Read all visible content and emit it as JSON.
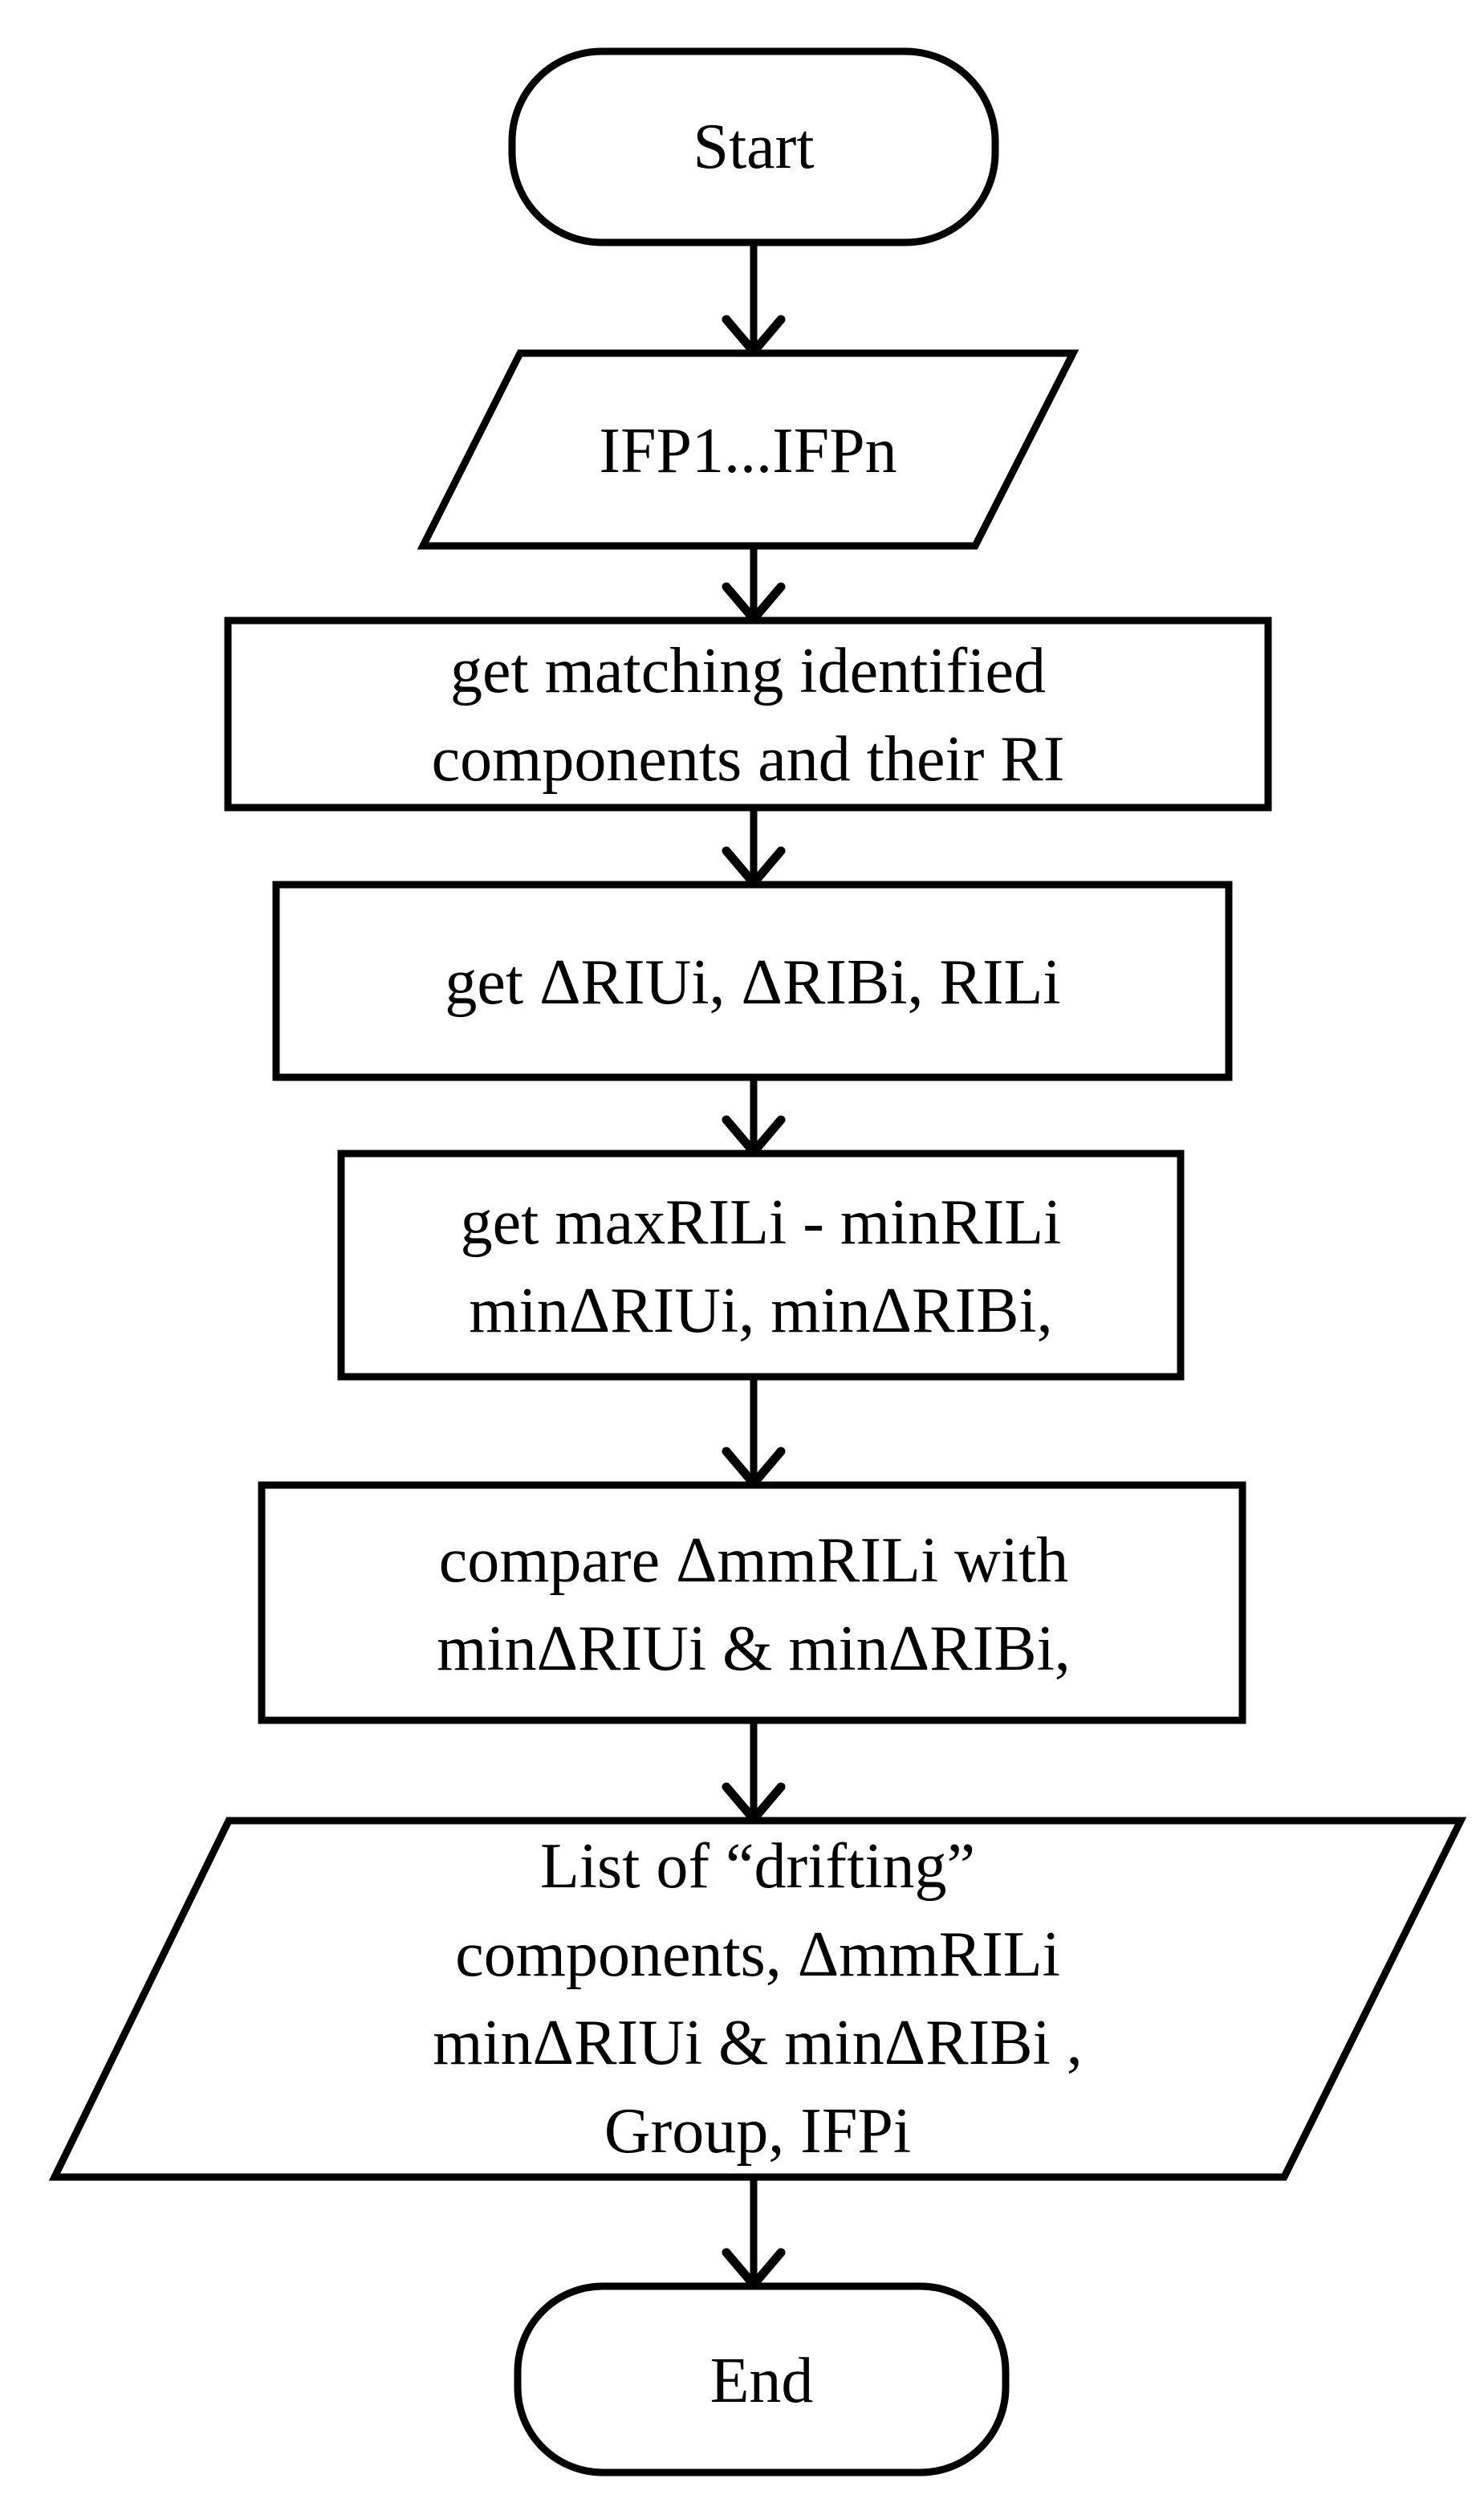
{
  "diagram": {
    "title": "flowchart",
    "background_color": "#ffffff",
    "stroke_color": "#000000",
    "text_color": "#000000",
    "nodes": [
      {
        "id": "start",
        "type": "terminator",
        "lines": [
          "Start"
        ]
      },
      {
        "id": "input-ifp",
        "type": "input-output",
        "lines": [
          "IFP1...IFPn"
        ]
      },
      {
        "id": "get-matching",
        "type": "process",
        "lines": [
          "get matching identified",
          "components and their RI"
        ]
      },
      {
        "id": "get-ri",
        "type": "process",
        "lines": [
          "get ΔRIUi, ΔRIBi, RILi"
        ]
      },
      {
        "id": "get-minmax",
        "type": "process",
        "lines": [
          "get maxRILi - minRILi",
          "minΔRIUi, minΔRIBi,"
        ]
      },
      {
        "id": "compare",
        "type": "process",
        "lines": [
          "compare ΔmmRILi with",
          "minΔRIUi & minΔRIBi,"
        ]
      },
      {
        "id": "output-list",
        "type": "input-output",
        "lines": [
          "List of “drifting”",
          "components, ΔmmRILi",
          "minΔRIUi & minΔRIBi ,",
          "Group, IFPi"
        ]
      },
      {
        "id": "end",
        "type": "terminator",
        "lines": [
          "End"
        ]
      }
    ],
    "connections": [
      {
        "from": "start",
        "to": "input-ifp"
      },
      {
        "from": "input-ifp",
        "to": "get-matching"
      },
      {
        "from": "get-matching",
        "to": "get-ri"
      },
      {
        "from": "get-ri",
        "to": "get-minmax"
      },
      {
        "from": "get-minmax",
        "to": "compare"
      },
      {
        "from": "compare",
        "to": "output-list"
      },
      {
        "from": "output-list",
        "to": "end"
      }
    ]
  }
}
